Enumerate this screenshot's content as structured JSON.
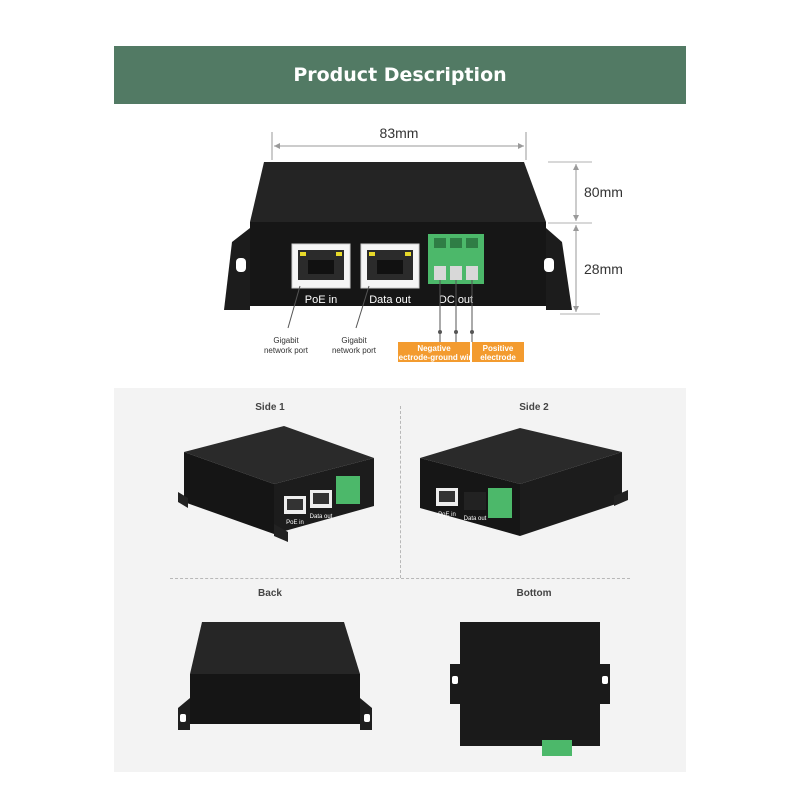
{
  "header": {
    "title": "Product Description"
  },
  "dimensions": {
    "width": "83mm",
    "height_total": "80mm",
    "height_front": "28mm"
  },
  "front_ports": {
    "poe_in": "PoE in",
    "data_out": "Data out",
    "dc_out": "DC out"
  },
  "annotations": {
    "gigabit_left": [
      "Gigabit",
      "network port"
    ],
    "gigabit_right": [
      "Gigabit",
      "network port"
    ],
    "negative": [
      "Negative",
      "electrode-ground wire"
    ],
    "positive": [
      "Positive",
      "electrode"
    ]
  },
  "views": [
    {
      "caption": "Side 1",
      "ports": [
        "PoE in",
        "Data out"
      ]
    },
    {
      "caption": "Side 2",
      "ports": [
        "PoE in",
        "Data out"
      ]
    },
    {
      "caption": "Back"
    },
    {
      "caption": "Bottom"
    }
  ],
  "colors": {
    "banner": "#527a64",
    "case": "#1a1a1a",
    "terminal": "#4cb86a",
    "callout": "#f39b2f"
  }
}
